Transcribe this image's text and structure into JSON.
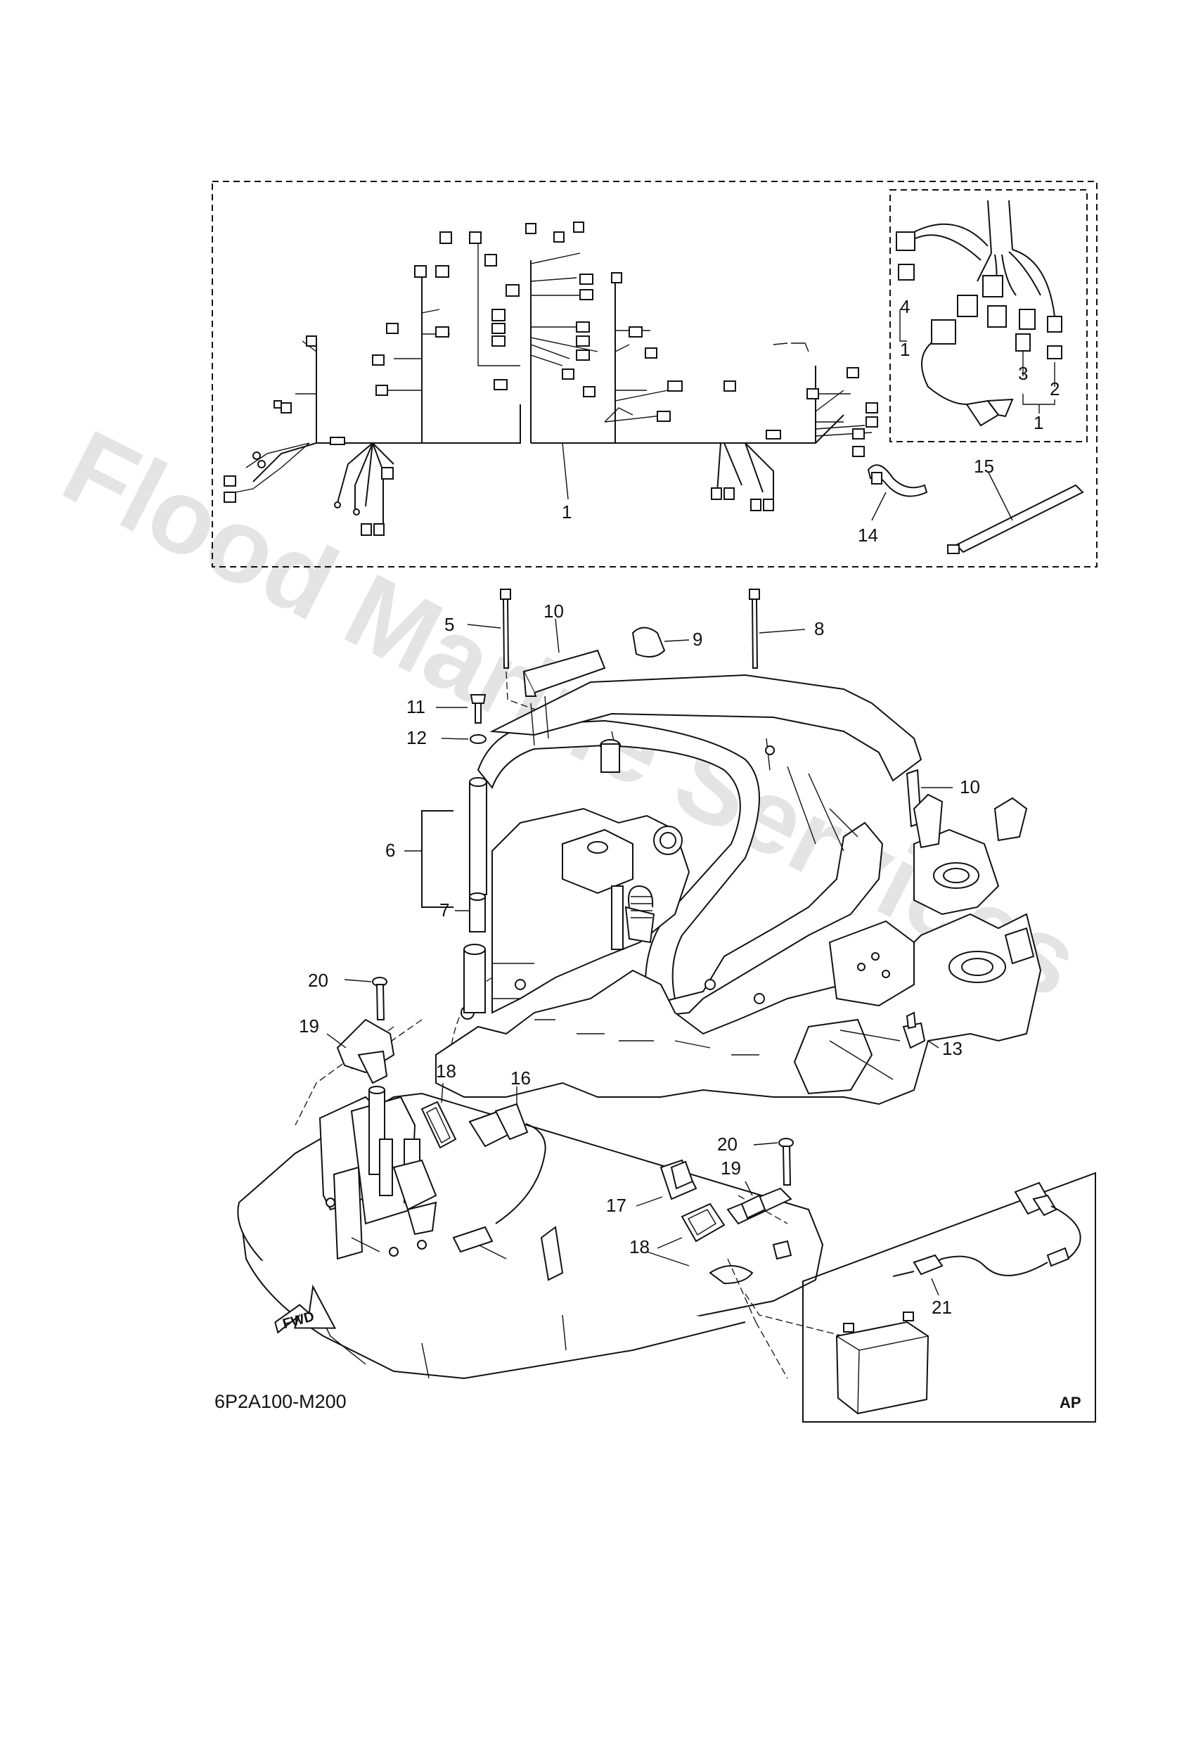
{
  "watermark": "Flood Marine Services",
  "diagram_code": "6P2A100-M200",
  "direction_label": "FWD",
  "battery_box_label": "AP",
  "callouts": {
    "c1a": "1",
    "c1b": "1",
    "c1c": "1",
    "c2": "2",
    "c3": "3",
    "c4": "4",
    "c5": "5",
    "c6": "6",
    "c7": "7",
    "c8": "8",
    "c9": "9",
    "c10a": "10",
    "c10b": "10",
    "c11": "11",
    "c12": "12",
    "c13": "13",
    "c14": "14",
    "c15": "15",
    "c16": "16",
    "c17": "17",
    "c18a": "18",
    "c18b": "18",
    "c19a": "19",
    "c19b": "19",
    "c20a": "20",
    "c20b": "20",
    "c21": "21"
  },
  "colors": {
    "line": "#111111",
    "watermark": "#cfcfcf"
  }
}
